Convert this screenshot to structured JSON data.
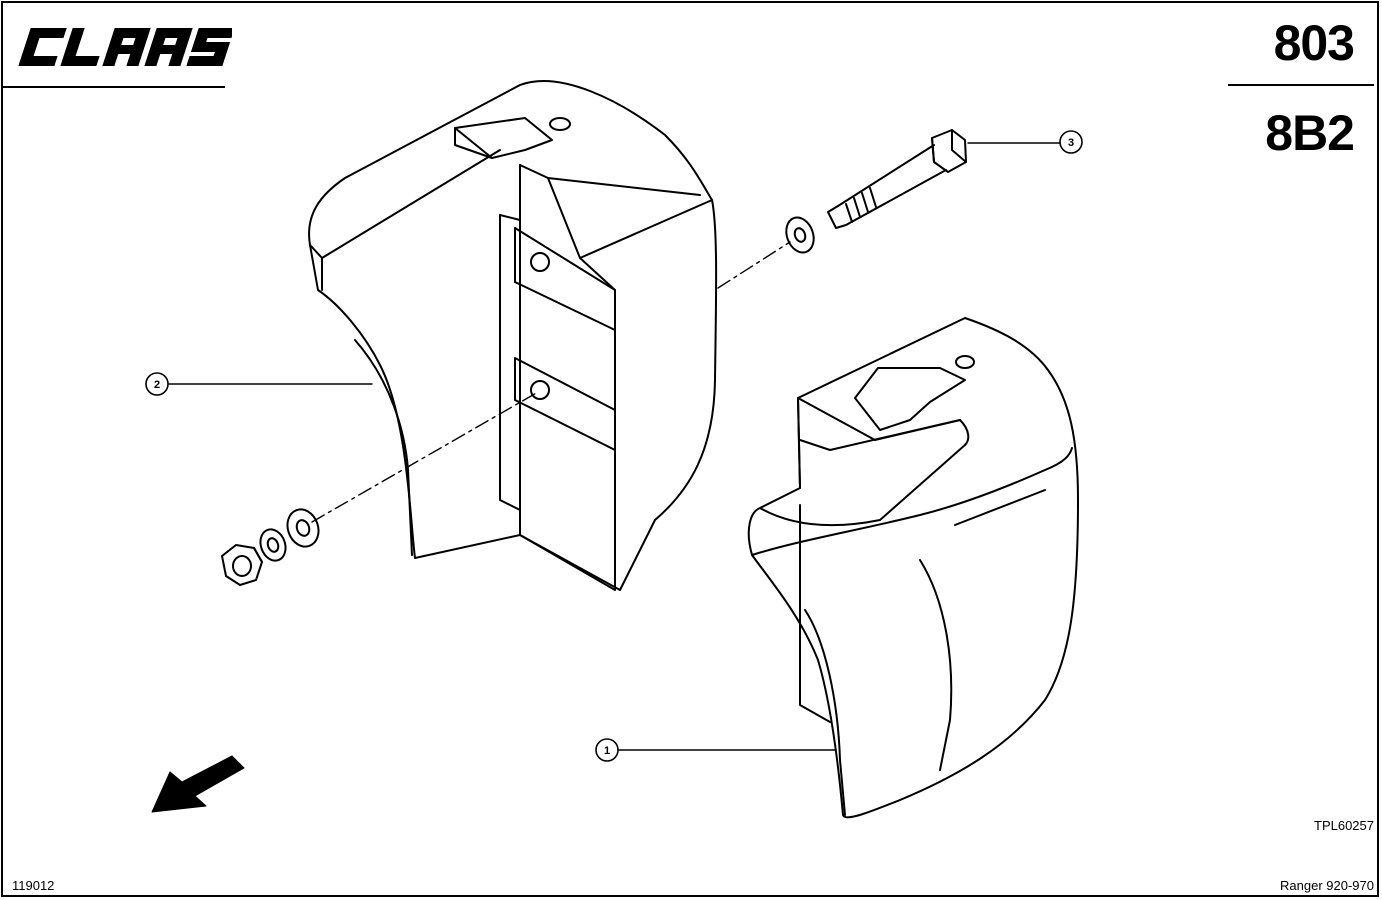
{
  "header": {
    "brand": "CLAAS",
    "page_number": "803",
    "section_code": "8B2"
  },
  "drawing": {
    "drawing_id": "TPL60257",
    "callouts": [
      "1",
      "2",
      "3"
    ]
  },
  "footer": {
    "document_number": "119012",
    "model": "Ranger 920-970"
  },
  "icons": [
    "direction-arrow-icon",
    "claas-logo-icon"
  ]
}
